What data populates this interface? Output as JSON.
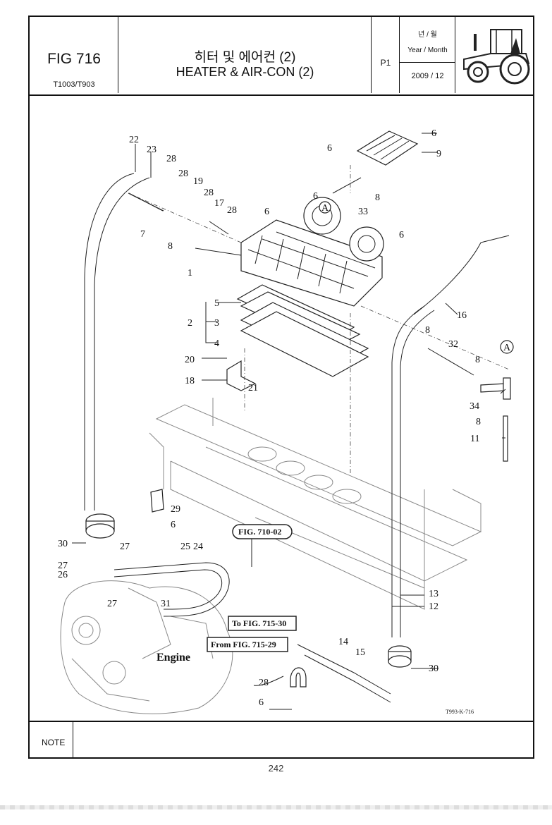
{
  "header": {
    "fig_label": "FIG 716",
    "model_label": "T1003/T903",
    "title_ko": "히터 및 에어컨 (2)",
    "title_en": "HEATER & AIR-CON (2)",
    "page_label": "P1",
    "date_label_ko": "년 / 월",
    "date_label_en": "Year / Month",
    "date_value": "2009 / 12"
  },
  "diagram": {
    "part_numbers": [
      "22",
      "23",
      "28",
      "28",
      "19",
      "28",
      "17",
      "28",
      "6",
      "6",
      "6",
      "9",
      "6",
      "8",
      "33",
      "6",
      "7",
      "8",
      "1",
      "16",
      "5",
      "2",
      "3",
      "4",
      "8",
      "32",
      "8",
      "20",
      "18",
      "21",
      "34",
      "8",
      "11",
      "29",
      "6",
      "30",
      "27",
      "25",
      "24",
      "27",
      "26",
      "27",
      "31",
      "13",
      "12",
      "14",
      "15",
      "30",
      "28",
      "6"
    ],
    "callouts": [
      "A",
      "A"
    ],
    "references": [
      "FIG. 710-02",
      "To FIG. 715-30",
      "From FIG. 715-29"
    ],
    "engine_label": "Engine",
    "drawing_code": "T993-K-716"
  },
  "footer": {
    "note_label": "NOTE"
  },
  "page_number": "242"
}
